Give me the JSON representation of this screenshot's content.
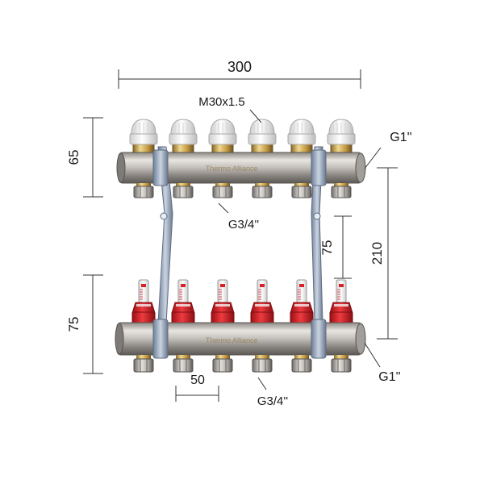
{
  "dimensions": {
    "overall_width": "300",
    "top_valve_height": "65",
    "bottom_valve_height": "75",
    "bracket_spacing": "75",
    "bar_spacing": "210",
    "outlet_pitch": "50"
  },
  "labels": {
    "thread_valve": "M30x1.5",
    "outlet_thread_top": "G3/4''",
    "outlet_thread_bottom": "G3/4''",
    "main_thread_top": "G1''",
    "main_thread_bottom": "G1''"
  },
  "brand": "Thermo Alliance",
  "colors": {
    "steel": "#b9b6b1",
    "brass": "#cfae5a",
    "flowmeter_red": "#d8222a",
    "cap_white": "#f4f4f4",
    "bracket": "#9fb0c6",
    "dim_line": "#333333"
  },
  "counts": {
    "outlets_per_bar": 6
  }
}
